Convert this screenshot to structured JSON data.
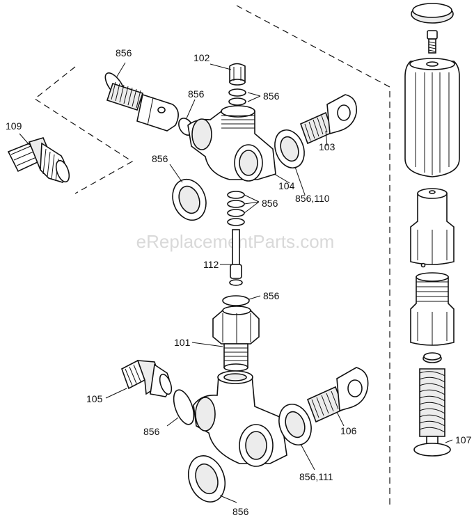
{
  "watermark": "eReplacementParts.com",
  "labels": {
    "l856_a": "856",
    "l102": "102",
    "l856_b": "856",
    "l856_c": "856",
    "l109": "109",
    "l103": "103",
    "l856_d": "856",
    "l104": "104",
    "l856_110": "856,110",
    "l856_e": "856",
    "l112": "112",
    "l856_f": "856",
    "l101": "101",
    "l105": "105",
    "l856_g": "856",
    "l106": "106",
    "l107": "107",
    "l856_111": "856,111",
    "l856_h": "856"
  }
}
